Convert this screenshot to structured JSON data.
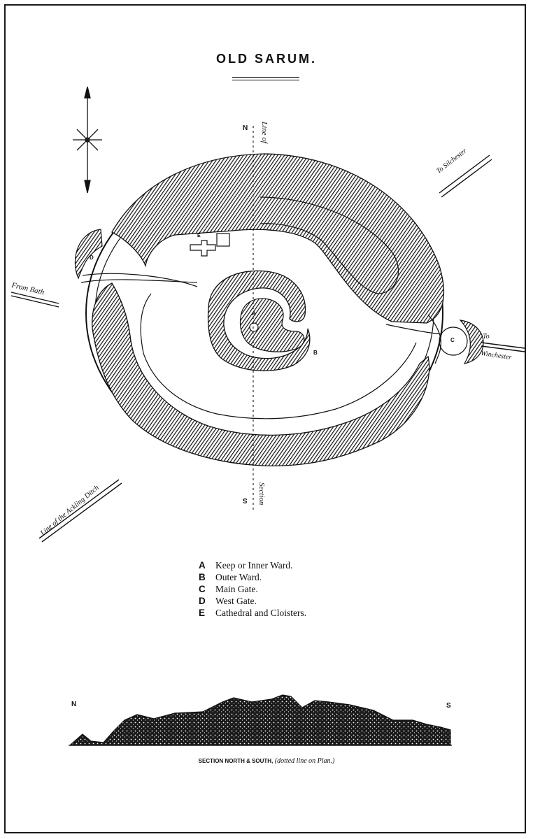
{
  "title": "OLD SARUM.",
  "compass": {
    "north": "N",
    "south": "S"
  },
  "labels": {
    "line_of": "Line of",
    "section": "Section",
    "to_silchester": "To Silchester",
    "to_winchester_1": "To",
    "to_winchester_2": "Winchester",
    "from_bath": "From Bath",
    "ackling_ditch": "Line of the Ackling Ditch",
    "A": "A",
    "B": "B",
    "C": "C",
    "D": "D",
    "E": "E"
  },
  "legend": [
    {
      "key": "A",
      "text": "Keep or Inner Ward."
    },
    {
      "key": "B",
      "text": "Outer Ward."
    },
    {
      "key": "C",
      "text": "Main Gate."
    },
    {
      "key": "D",
      "text": "West Gate."
    },
    {
      "key": "E",
      "text": "Cathedral and Cloisters."
    }
  ],
  "section": {
    "north": "N",
    "south": "S",
    "caption_main": "SECTION NORTH & SOUTH,",
    "caption_note": "(dotted line on Plan.)"
  },
  "colors": {
    "ink": "#111111",
    "paper": "#ffffff"
  }
}
